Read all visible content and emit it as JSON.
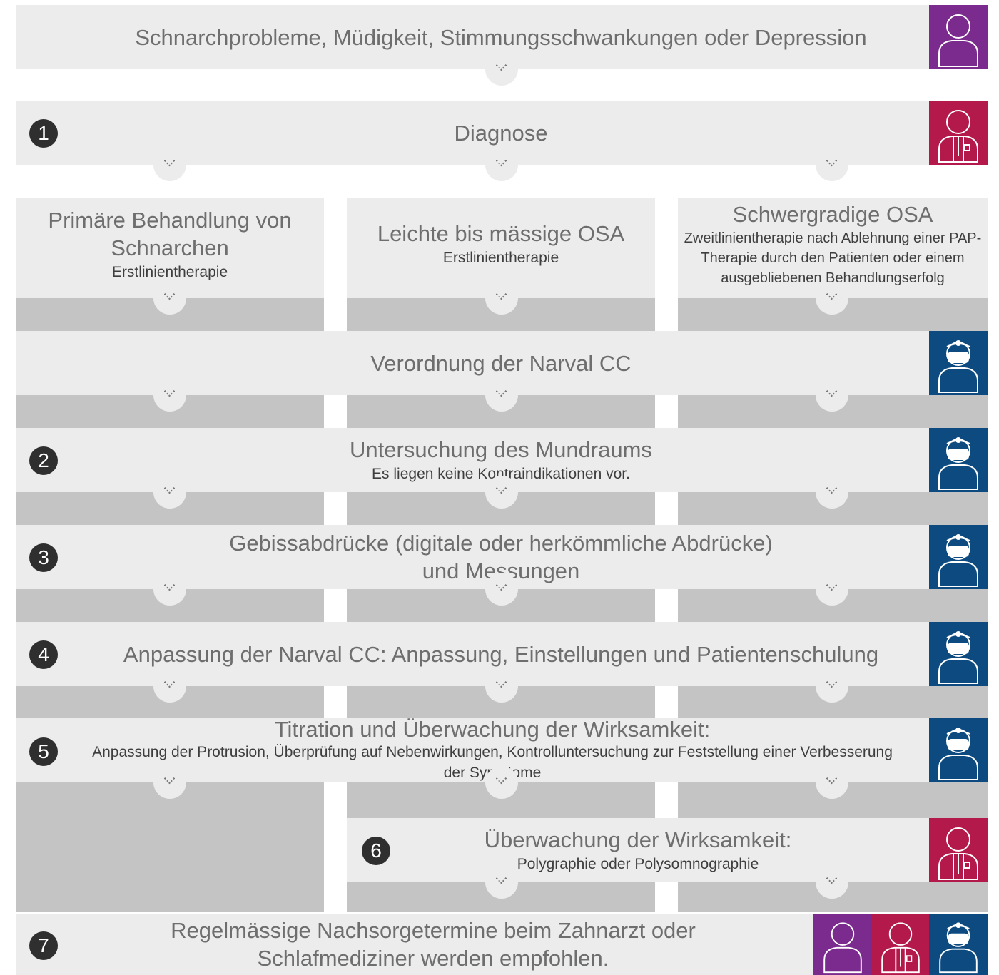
{
  "top": {
    "text": "Schnarchprobleme, Müdigkeit, Stimmungsschwankungen oder Depression"
  },
  "columns": [
    {
      "title": "Primäre Behandlung von Schnarchen",
      "sub": "Erstlinientherapie"
    },
    {
      "title": "Leichte bis mässige OSA",
      "sub": "Erstlinientherapie"
    },
    {
      "title": "Schwergradige OSA",
      "sub": "Zweitlinientherapie nach Ablehnung einer PAP-Therapie durch den Patienten oder einem ausgebliebenen Behandlungserfolg"
    }
  ],
  "steps": {
    "s1": {
      "num": "1",
      "title": "Diagnose"
    },
    "prescription": {
      "title": "Verordnung der Narval CC"
    },
    "s2": {
      "num": "2",
      "title": "Untersuchung des Mundraums",
      "sub": "Es liegen keine Kontraindikationen vor."
    },
    "s3": {
      "num": "3",
      "title": "Gebissabdrücke (digitale oder herkömmliche Abdrücke) und Messungen"
    },
    "s4": {
      "num": "4",
      "title": "Anpassung der Narval CC: Anpassung, Einstellungen und Patientenschulung"
    },
    "s5": {
      "num": "5",
      "title": "Titration und Überwachung der Wirksamkeit:",
      "sub": "Anpassung der Protrusion, Überprüfung auf Nebenwirkungen, Kontrolluntersuchung zur Feststellung einer Verbesserung der Symptome"
    },
    "s6": {
      "num": "6",
      "title": "Überwachung der Wirksamkeit:",
      "sub": "Polygraphie oder Polysomnographie"
    },
    "s7": {
      "num": "7",
      "title": "Regelmässige Nachsorgetermine beim Zahnarzt oder Schlafmediziner werden empfohlen."
    }
  },
  "roles": {
    "patient": {
      "icon": "patient-icon",
      "color": "#7b2a8e"
    },
    "doctor": {
      "icon": "doctor-icon",
      "color": "#b4194b"
    },
    "dentist": {
      "icon": "dentist-icon",
      "color": "#0c4a80"
    }
  }
}
